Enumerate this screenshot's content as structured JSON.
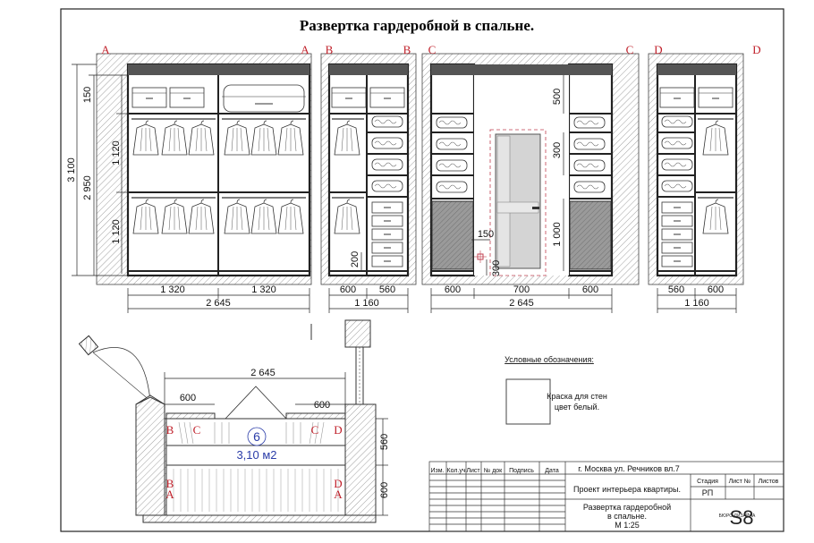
{
  "title": "Развертка гардеробной в спальне.",
  "elevations": {
    "a": {
      "label_left": "A",
      "label_right": "A",
      "dims_bottom": [
        "1 320",
        "1 320"
      ],
      "total_width": "2 645",
      "dims_left": [
        "150",
        "1 120",
        "1 120"
      ],
      "height_total": "3 100",
      "height_inner": "2 950"
    },
    "b": {
      "label_left": "B",
      "label_right": "B",
      "dims_bottom": [
        "600",
        "560"
      ],
      "total_width": "1 160",
      "dim_200": "200"
    },
    "c": {
      "label_left": "C",
      "label_right": "C",
      "dims_bottom": [
        "600",
        "700",
        "600"
      ],
      "total_width": "2 645",
      "dims_right": [
        "500",
        "300",
        "1 000"
      ],
      "dim_150": "150",
      "dim_300": "300"
    },
    "d": {
      "label_left": "D",
      "label_right": "D",
      "dims_bottom": [
        "560",
        "600"
      ],
      "total_width": "1 160"
    }
  },
  "plan": {
    "width_dim": "2 645",
    "left_600": "600",
    "right_600": "600",
    "room_number": "6",
    "area": "3,10 м2",
    "dim_560": "560",
    "dim_600_side": "600",
    "letters": {
      "b1": "B",
      "c1": "C",
      "c2": "C",
      "d1": "D",
      "b2": "B",
      "a1": "A",
      "d2": "D",
      "a2": "A"
    }
  },
  "legend": {
    "heading": "Условные обозначения:",
    "item": "Краска для стен",
    "item_sub": "цвет белый."
  },
  "stamp": {
    "address": "г. Москва ул. Речников вл.7",
    "headers": [
      "Изм.",
      "Кол.уч",
      "Лист",
      "№ док",
      "Подпись",
      "Дата"
    ],
    "project": "Проект интерьера квартиры.",
    "stage_label": "Стадия",
    "sheet_label": "Лист №",
    "sheets_label": "Листов",
    "stage": "РП",
    "drawing_name_1": "Развертка гардеробной",
    "drawing_name_2": "в спальне.",
    "scale": "М 1:25",
    "logo_text": "S8",
    "logo_caption": "БЮРО ДИЗАЙНА"
  }
}
